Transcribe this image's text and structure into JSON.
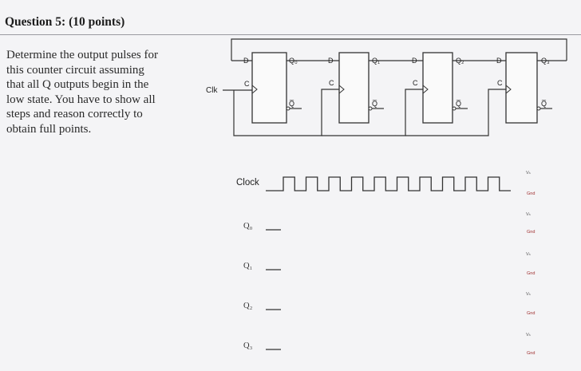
{
  "question": {
    "title": "Question 5: (10 points)",
    "text_lines": [
      "Determine the output pulses for",
      "this counter circuit assuming",
      "that all Q outputs begin in the",
      "low state. You have to show all",
      "steps and reason correctly to",
      "obtain full points."
    ]
  },
  "circuit": {
    "clock_input_label": "Clk",
    "flip_flops": [
      {
        "d": "D",
        "c": "C",
        "q": "Q₀",
        "qbar": "Q̅"
      },
      {
        "d": "D",
        "c": "C",
        "q": "Q₁",
        "qbar": "Q̅"
      },
      {
        "d": "D",
        "c": "C",
        "q": "Q₂",
        "qbar": "Q̅"
      },
      {
        "d": "D",
        "c": "C",
        "q": "Q₃",
        "qbar": "Q̅"
      }
    ]
  },
  "timing": {
    "clock_label": "Clock",
    "signals": [
      {
        "label": "Q₀"
      },
      {
        "label": "Q₁"
      },
      {
        "label": "Q₂"
      },
      {
        "label": "Q₃"
      }
    ],
    "level_labels": [
      {
        "high": "Vₕ",
        "low": "Gnd"
      },
      {
        "high": "Vₕ",
        "low": "Gnd"
      },
      {
        "high": "Vₕ",
        "low": "Gnd"
      },
      {
        "high": "Vₕ",
        "low": "Gnd"
      },
      {
        "high": "Vₕ",
        "low": "Gnd"
      }
    ]
  }
}
